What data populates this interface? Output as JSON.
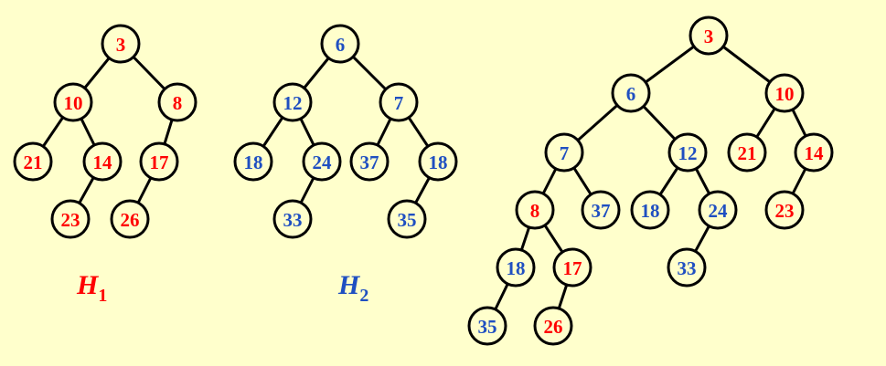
{
  "colors": {
    "background": "#FFFFCC",
    "h1": "#FF0000",
    "h2": "#1F4FC1"
  },
  "labels": {
    "h1": {
      "main": "H",
      "sub": "1"
    },
    "h2": {
      "main": "H",
      "sub": "2"
    }
  },
  "trees": [
    {
      "id": "h1",
      "nodes": [
        {
          "id": "a3",
          "value": "3",
          "color": "h1"
        },
        {
          "id": "a10",
          "value": "10",
          "color": "h1"
        },
        {
          "id": "a8",
          "value": "8",
          "color": "h1"
        },
        {
          "id": "a21",
          "value": "21",
          "color": "h1"
        },
        {
          "id": "a14",
          "value": "14",
          "color": "h1"
        },
        {
          "id": "a17",
          "value": "17",
          "color": "h1"
        },
        {
          "id": "a23",
          "value": "23",
          "color": "h1"
        },
        {
          "id": "a26",
          "value": "26",
          "color": "h1"
        }
      ],
      "edges": [
        [
          "a3",
          "a10"
        ],
        [
          "a3",
          "a8"
        ],
        [
          "a10",
          "a21"
        ],
        [
          "a10",
          "a14"
        ],
        [
          "a8",
          "a17"
        ],
        [
          "a14",
          "a23"
        ],
        [
          "a17",
          "a26"
        ]
      ]
    },
    {
      "id": "h2",
      "nodes": [
        {
          "id": "b6",
          "value": "6",
          "color": "h2"
        },
        {
          "id": "b12",
          "value": "12",
          "color": "h2"
        },
        {
          "id": "b7",
          "value": "7",
          "color": "h2"
        },
        {
          "id": "b18a",
          "value": "18",
          "color": "h2"
        },
        {
          "id": "b24",
          "value": "24",
          "color": "h2"
        },
        {
          "id": "b37",
          "value": "37",
          "color": "h2"
        },
        {
          "id": "b18b",
          "value": "18",
          "color": "h2"
        },
        {
          "id": "b33",
          "value": "33",
          "color": "h2"
        },
        {
          "id": "b35",
          "value": "35",
          "color": "h2"
        }
      ],
      "edges": [
        [
          "b6",
          "b12"
        ],
        [
          "b6",
          "b7"
        ],
        [
          "b12",
          "b18a"
        ],
        [
          "b12",
          "b24"
        ],
        [
          "b7",
          "b37"
        ],
        [
          "b7",
          "b18b"
        ],
        [
          "b24",
          "b33"
        ],
        [
          "b18b",
          "b35"
        ]
      ]
    },
    {
      "id": "merged",
      "nodes": [
        {
          "id": "c3",
          "value": "3",
          "color": "h1"
        },
        {
          "id": "c6",
          "value": "6",
          "color": "h2"
        },
        {
          "id": "c10",
          "value": "10",
          "color": "h1"
        },
        {
          "id": "c7",
          "value": "7",
          "color": "h2"
        },
        {
          "id": "c12",
          "value": "12",
          "color": "h2"
        },
        {
          "id": "c21",
          "value": "21",
          "color": "h1"
        },
        {
          "id": "c14",
          "value": "14",
          "color": "h1"
        },
        {
          "id": "c8",
          "value": "8",
          "color": "h1"
        },
        {
          "id": "c37",
          "value": "37",
          "color": "h2"
        },
        {
          "id": "c18a",
          "value": "18",
          "color": "h2"
        },
        {
          "id": "c24",
          "value": "24",
          "color": "h2"
        },
        {
          "id": "c23",
          "value": "23",
          "color": "h1"
        },
        {
          "id": "c18b",
          "value": "18",
          "color": "h2"
        },
        {
          "id": "c17",
          "value": "17",
          "color": "h1"
        },
        {
          "id": "c33",
          "value": "33",
          "color": "h2"
        },
        {
          "id": "c35",
          "value": "35",
          "color": "h2"
        },
        {
          "id": "c26",
          "value": "26",
          "color": "h1"
        }
      ],
      "edges": [
        [
          "c3",
          "c6"
        ],
        [
          "c3",
          "c10"
        ],
        [
          "c6",
          "c7"
        ],
        [
          "c6",
          "c12"
        ],
        [
          "c10",
          "c21"
        ],
        [
          "c10",
          "c14"
        ],
        [
          "c7",
          "c8"
        ],
        [
          "c7",
          "c37"
        ],
        [
          "c12",
          "c18a"
        ],
        [
          "c12",
          "c24"
        ],
        [
          "c14",
          "c23"
        ],
        [
          "c8",
          "c18b"
        ],
        [
          "c8",
          "c17"
        ],
        [
          "c24",
          "c33"
        ],
        [
          "c18b",
          "c35"
        ],
        [
          "c17",
          "c26"
        ]
      ]
    }
  ]
}
